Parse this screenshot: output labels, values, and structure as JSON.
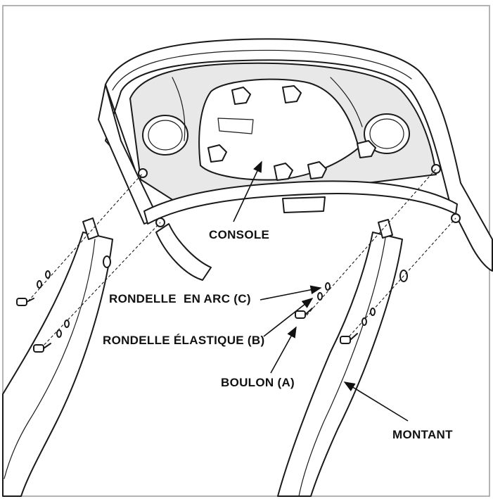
{
  "labels": {
    "console": "CONSOLE",
    "curved_washer": "RONDELLE  EN ARC (C)",
    "lock_washer": "RONDELLE ÉLASTIQUE (B)",
    "bolt": "BOULON (A)",
    "upright": "MONTANT"
  }
}
